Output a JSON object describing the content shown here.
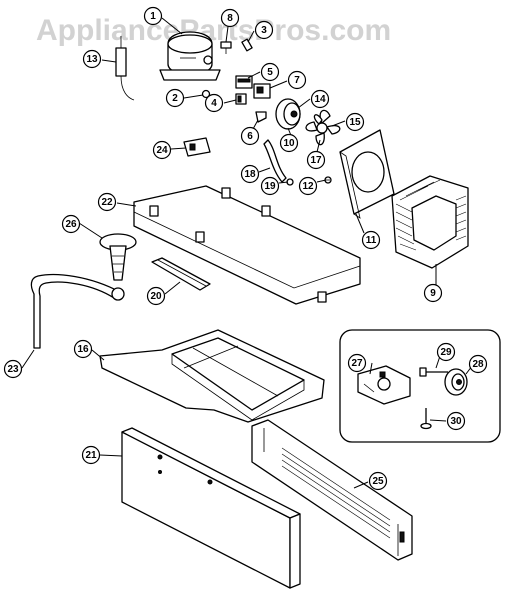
{
  "watermark": "AppliancePartsPros.com",
  "callouts": [
    {
      "id": "1",
      "label": "1"
    },
    {
      "id": "8",
      "label": "8"
    },
    {
      "id": "3",
      "label": "3"
    },
    {
      "id": "13",
      "label": "13"
    },
    {
      "id": "5",
      "label": "5"
    },
    {
      "id": "7",
      "label": "7"
    },
    {
      "id": "2",
      "label": "2"
    },
    {
      "id": "4",
      "label": "4"
    },
    {
      "id": "14",
      "label": "14"
    },
    {
      "id": "6",
      "label": "6"
    },
    {
      "id": "15",
      "label": "15"
    },
    {
      "id": "10",
      "label": "10"
    },
    {
      "id": "24",
      "label": "24"
    },
    {
      "id": "17",
      "label": "17"
    },
    {
      "id": "18",
      "label": "18"
    },
    {
      "id": "12",
      "label": "12"
    },
    {
      "id": "19",
      "label": "19"
    },
    {
      "id": "22",
      "label": "22"
    },
    {
      "id": "11",
      "label": "11"
    },
    {
      "id": "26",
      "label": "26"
    },
    {
      "id": "9",
      "label": "9"
    },
    {
      "id": "20",
      "label": "20"
    },
    {
      "id": "16",
      "label": "16"
    },
    {
      "id": "27",
      "label": "27"
    },
    {
      "id": "29",
      "label": "29"
    },
    {
      "id": "28",
      "label": "28"
    },
    {
      "id": "23",
      "label": "23"
    },
    {
      "id": "30",
      "label": "30"
    },
    {
      "id": "21",
      "label": "21"
    },
    {
      "id": "25",
      "label": "25"
    }
  ]
}
